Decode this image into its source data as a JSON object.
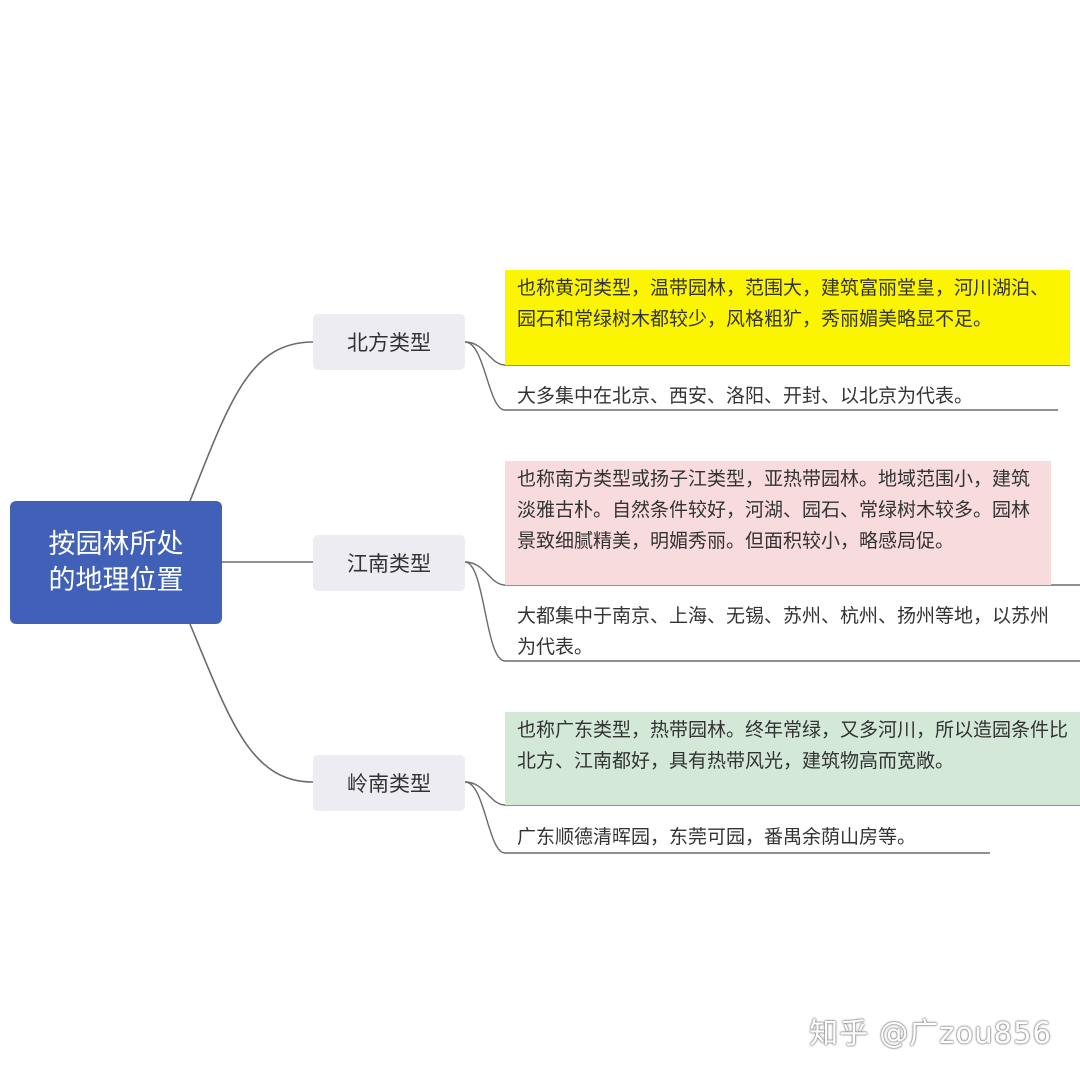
{
  "root": {
    "label": "按园林所处的地理位置"
  },
  "branches": [
    {
      "label": "北方类型",
      "details": [
        {
          "text": "也称黄河类型，温带园林，范围大，建筑富丽堂皇，河川湖泊、园石和常绿树木都较少，风格粗犷，秀丽媚美略显不足。",
          "highlight": "#fcf500"
        },
        {
          "text": "大多集中在北京、西安、洛阳、开封、以北京为代表。"
        }
      ]
    },
    {
      "label": "江南类型",
      "details": [
        {
          "text": "也称南方类型或扬子江类型，亚热带园林。地域范围小，建筑淡雅古朴。自然条件较好，河湖、园石、常绿树木较多。园林景致细腻精美，明媚秀丽。但面积较小，略感局促。",
          "highlight": "#f8dbdc"
        },
        {
          "text": "大都集中于南京、上海、无锡、苏州、杭州、扬州等地，以苏州为代表。"
        }
      ]
    },
    {
      "label": "岭南类型",
      "details": [
        {
          "text": "也称广东类型，热带园林。终年常绿，又多河川，所以造园条件比北方、江南都好，具有热带风光，建筑物高而宽敞。",
          "highlight": "#d3e8d6"
        },
        {
          "text": "广东顺德清晖园，东莞可园，番禺余荫山房等。"
        }
      ]
    }
  ],
  "watermark": "知乎 @广zou856",
  "colors": {
    "root_fill": "#4161b8",
    "branch_fill": "#ececf2",
    "line": "#6b6b6b"
  }
}
